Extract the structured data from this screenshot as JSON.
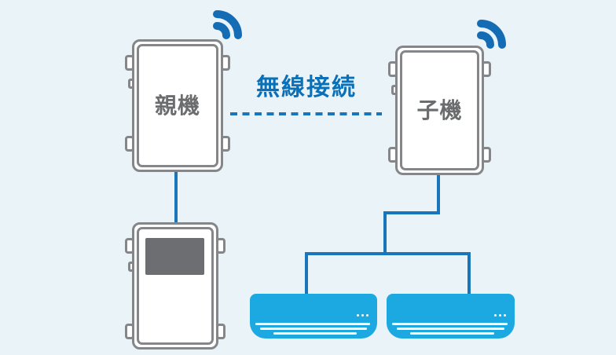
{
  "diagram": {
    "connection_label": "無線接続",
    "devices": {
      "parent_unit": {
        "label": "親機",
        "icon": "wifi-signal-icon"
      },
      "child_unit": {
        "label": "子機",
        "icon": "wifi-signal-icon"
      },
      "wired_controller": {
        "display": "blank-dark-screen"
      },
      "air_conditioner_left": {
        "style": "wall-mounted-indoor-unit"
      },
      "air_conditioner_right": {
        "style": "wall-mounted-indoor-unit"
      }
    },
    "connections": {
      "wireless": {
        "label": "無線接続",
        "style": "dashed",
        "from": "parent_unit",
        "to": "child_unit"
      },
      "wired_parent": {
        "style": "solid",
        "from": "parent_unit",
        "to": "wired_controller"
      },
      "wired_child": {
        "style": "solid-branching",
        "from": "child_unit",
        "to": "air_conditioner_left, air_conditioner_right"
      }
    },
    "icons": {
      "wifi": "two concentric quarter-circle arcs opening to the upper right"
    },
    "colors": {
      "background": "#E9F3F8",
      "accent-blue": "#146CB4",
      "link-text-blue": "#0A70B8",
      "wire-blue": "#1B75BB",
      "ac-body-blue": "#1CA8E0",
      "device-border-gray": "#848689",
      "device-label-gray": "#6A6C6E",
      "screen-gray": "#6D6E71",
      "device-fill": "#FFFFFF"
    }
  }
}
